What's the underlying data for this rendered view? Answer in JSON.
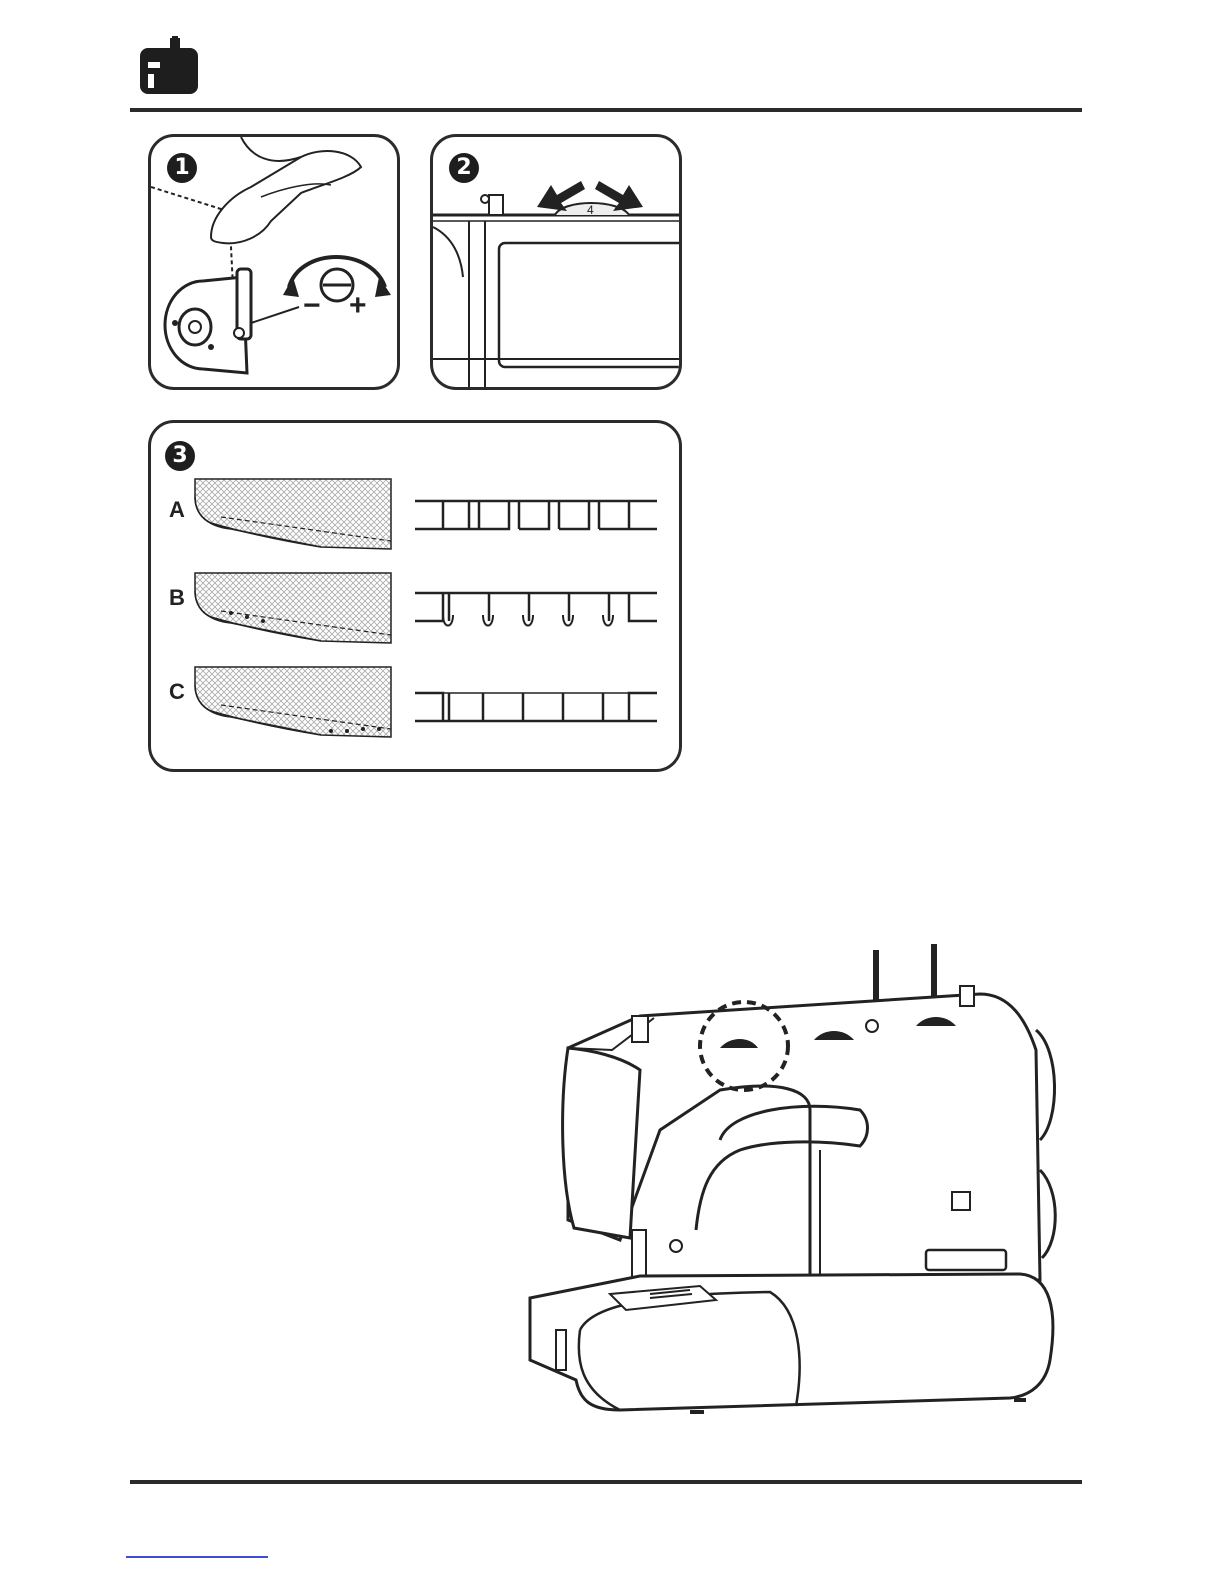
{
  "header": {
    "icon": "sewing-machine-icon"
  },
  "step1": {
    "number": "1",
    "minus": "−",
    "plus": "+"
  },
  "step2": {
    "number": "2",
    "dial_value": "4"
  },
  "step3": {
    "number": "3",
    "rows": [
      {
        "label": "A"
      },
      {
        "label": "B"
      },
      {
        "label": "C"
      }
    ]
  },
  "colors": {
    "ink": "#2b2b2b",
    "link": "#3b4fd6"
  }
}
